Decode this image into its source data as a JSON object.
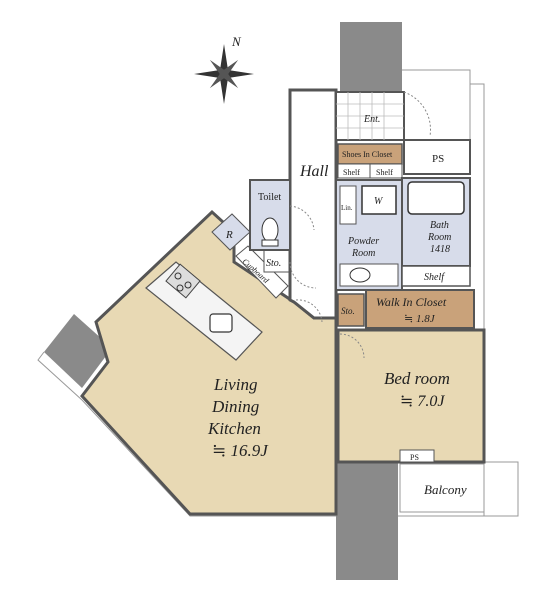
{
  "compass": {
    "north_label": "N"
  },
  "rooms": {
    "entrance": "Ent.",
    "hall": "Hall",
    "ps_top": "PS",
    "shoes_in_closet": "Shoes In Closet",
    "shelf_left": "Shelf",
    "shelf_right": "Shelf",
    "toilet": "Toilet",
    "lin": "Lin.",
    "washer": "W",
    "powder_room_line1": "Powder",
    "powder_room_line2": "Room",
    "bath_line1": "Bath",
    "bath_line2": "Room",
    "bath_size": "1418",
    "shelf_bath": "Shelf",
    "fridge": "R",
    "storage_hall": "Sto.",
    "cupboard": "Cupboard",
    "storage_bed": "Sto.",
    "walk_in_closet": "Walk In Closet",
    "walk_in_closet_size": "≒ 1.8J",
    "bedroom": "Bed room",
    "bedroom_size": "≒ 7.0J",
    "ldk_line1": "Living",
    "ldk_line2": "Dining",
    "ldk_line3": "Kitchen",
    "ldk_size": "≒ 16.9J",
    "ps_bottom": "PS",
    "balcony": "Balcony"
  },
  "colors": {
    "floor": "#e8d9b4",
    "closet": "#c9a27a",
    "wet_area": "#d7dcea",
    "wall": "#8a8a8a",
    "outline": "#555555"
  }
}
